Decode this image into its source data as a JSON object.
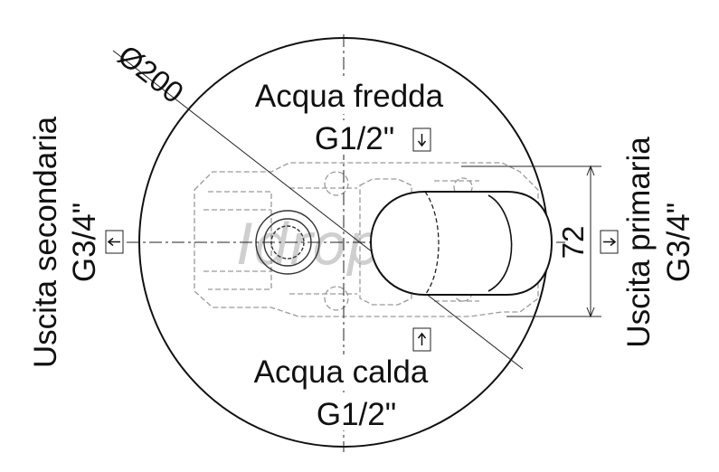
{
  "labels": {
    "diameter": "Ø200",
    "cold_water_name": "Acqua fredda",
    "cold_water_thread": "G1/2\"",
    "hot_water_name": "Acqua calda",
    "hot_water_thread": "G1/2\"",
    "secondary_outlet_name": "Uscita secondaria",
    "secondary_outlet_thread": "G3/4\"",
    "primary_outlet_name": "Uscita primaria",
    "primary_outlet_thread": "G3/4\"",
    "height_dimension": "72"
  },
  "watermark": "Idropelny",
  "icons": {
    "cold_inlet": "arrow-down-icon",
    "hot_inlet": "arrow-up-icon",
    "secondary_outlet": "arrow-left-icon",
    "primary_outlet": "arrow-right-icon"
  },
  "colors": {
    "ink": "#111111",
    "hidden_lines": "#9a9a9a",
    "watermark": "#cfcfcf"
  }
}
